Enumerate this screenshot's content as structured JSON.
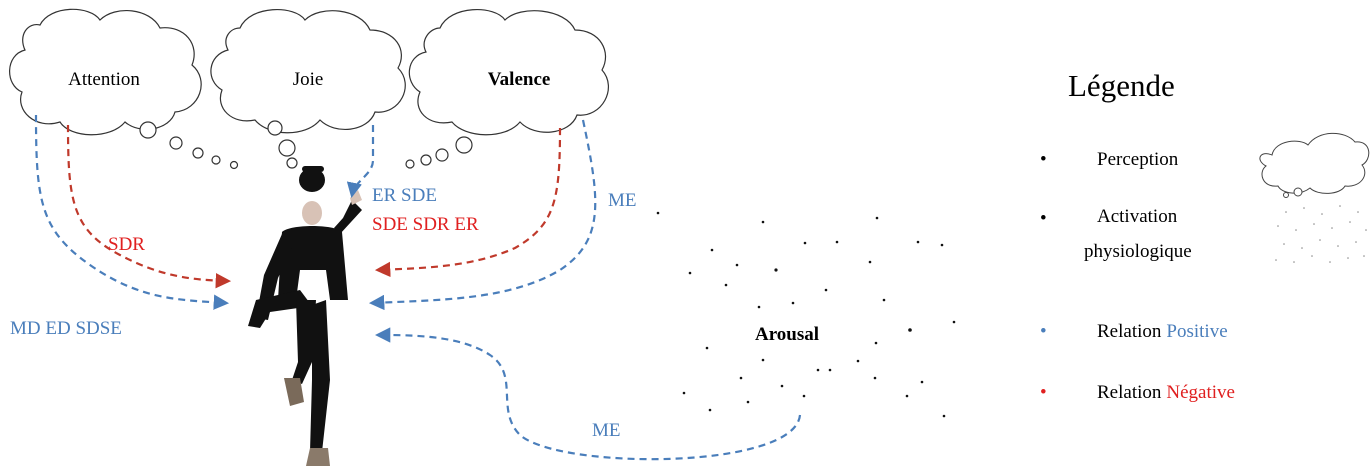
{
  "perceptions": {
    "attention": "Attention",
    "joie": "Joie",
    "valence": "Valence"
  },
  "arousal": "Arousal",
  "relations": {
    "attention_negative": "SDR",
    "attention_positive": "MD ED SDSE",
    "joie_positive": "ER SDE",
    "valence_negative": "SDE SDR ER",
    "valence_positive": "ME",
    "arousal_positive": "ME"
  },
  "legend": {
    "title": "Légende",
    "items": [
      {
        "bullet": "•",
        "text": "Perception",
        "symbol": "cloud-icon"
      },
      {
        "bullet": "•",
        "text_line1": "Activation",
        "text_line2": "physiologique",
        "symbol": "dots-icon"
      },
      {
        "bullet": "•",
        "prefix": "Relation",
        "highlight": "Positive",
        "color": "#4a7ebb"
      },
      {
        "bullet": "•",
        "prefix": "Relation",
        "highlight": "Négative",
        "color": "#e02020"
      }
    ]
  },
  "colors": {
    "positive": "#4a7ebb",
    "negative": "#c0392b",
    "negative_text": "#e02020",
    "text": "#000000"
  }
}
